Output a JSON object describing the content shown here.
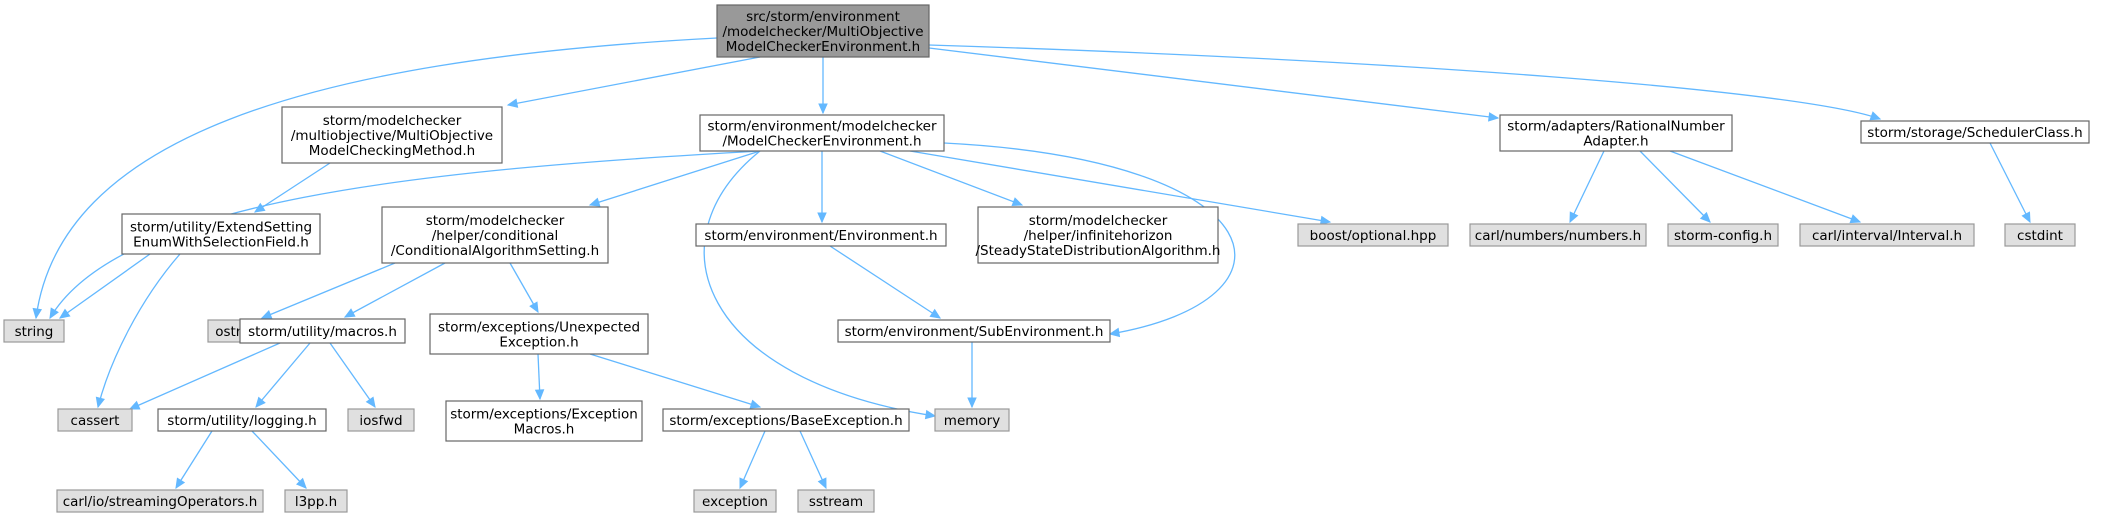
{
  "colors": {
    "root_fill": "#999999",
    "root_border": "#666666",
    "header_fill": "#ffffff",
    "header_border": "#666666",
    "system_fill": "#e0e0e0",
    "system_border": "#999999",
    "edge": "#63b8ff"
  },
  "nodes": [
    {
      "id": "root",
      "kind": "root",
      "lines": [
        "src/storm/environment",
        "/modelchecker/MultiObjective",
        "ModelCheckerEnvironment.h"
      ]
    },
    {
      "id": "mo_method",
      "kind": "header",
      "lines": [
        "storm/modelchecker",
        "/multiobjective/MultiObjective",
        "ModelCheckingMethod.h"
      ]
    },
    {
      "id": "mc_env",
      "kind": "header",
      "lines": [
        "storm/environment/modelchecker",
        "/ModelCheckerEnvironment.h"
      ]
    },
    {
      "id": "rational",
      "kind": "header",
      "lines": [
        "storm/adapters/RationalNumber",
        "Adapter.h"
      ]
    },
    {
      "id": "scheduler",
      "kind": "header",
      "lines": [
        "storm/storage/SchedulerClass.h"
      ]
    },
    {
      "id": "extend",
      "kind": "header",
      "lines": [
        "storm/utility/ExtendSetting",
        "EnumWithSelectionField.h"
      ]
    },
    {
      "id": "cond_alg",
      "kind": "header",
      "lines": [
        "storm/modelchecker",
        "/helper/conditional",
        "/ConditionalAlgorithmSetting.h"
      ]
    },
    {
      "id": "env",
      "kind": "header",
      "lines": [
        "storm/environment/Environment.h"
      ]
    },
    {
      "id": "steady",
      "kind": "header",
      "lines": [
        "storm/modelchecker",
        "/helper/infinitehorizon",
        "/SteadyStateDistributionAlgorithm.h"
      ]
    },
    {
      "id": "boost_opt",
      "kind": "system",
      "lines": [
        "boost/optional.hpp"
      ]
    },
    {
      "id": "carl_numbers",
      "kind": "system",
      "lines": [
        "carl/numbers/numbers.h"
      ]
    },
    {
      "id": "storm_config",
      "kind": "system",
      "lines": [
        "storm-config.h"
      ]
    },
    {
      "id": "carl_interval",
      "kind": "system",
      "lines": [
        "carl/interval/Interval.h"
      ]
    },
    {
      "id": "cstdint",
      "kind": "system",
      "lines": [
        "cstdint"
      ]
    },
    {
      "id": "string",
      "kind": "system",
      "lines": [
        "string"
      ]
    },
    {
      "id": "ostream",
      "kind": "system",
      "lines": [
        "ostream"
      ]
    },
    {
      "id": "macros",
      "kind": "header",
      "lines": [
        "storm/utility/macros.h"
      ]
    },
    {
      "id": "unexpected",
      "kind": "header",
      "lines": [
        "storm/exceptions/Unexpected",
        "Exception.h"
      ]
    },
    {
      "id": "subenv",
      "kind": "header",
      "lines": [
        "storm/environment/SubEnvironment.h"
      ]
    },
    {
      "id": "cassert",
      "kind": "system",
      "lines": [
        "cassert"
      ]
    },
    {
      "id": "logging",
      "kind": "header",
      "lines": [
        "storm/utility/logging.h"
      ]
    },
    {
      "id": "iosfwd",
      "kind": "system",
      "lines": [
        "iosfwd"
      ]
    },
    {
      "id": "exc_macros",
      "kind": "header",
      "lines": [
        "storm/exceptions/Exception",
        "Macros.h"
      ]
    },
    {
      "id": "base_exc",
      "kind": "header",
      "lines": [
        "storm/exceptions/BaseException.h"
      ]
    },
    {
      "id": "memory",
      "kind": "system",
      "lines": [
        "memory"
      ]
    },
    {
      "id": "carl_io",
      "kind": "system",
      "lines": [
        "carl/io/streamingOperators.h"
      ]
    },
    {
      "id": "l3pp",
      "kind": "system",
      "lines": [
        "l3pp.h"
      ]
    },
    {
      "id": "exception",
      "kind": "system",
      "lines": [
        "exception"
      ]
    },
    {
      "id": "sstream",
      "kind": "system",
      "lines": [
        "sstream"
      ]
    }
  ],
  "edges": [
    {
      "from": "root",
      "to": "string"
    },
    {
      "from": "root",
      "to": "mo_method"
    },
    {
      "from": "root",
      "to": "mc_env"
    },
    {
      "from": "root",
      "to": "rational"
    },
    {
      "from": "root",
      "to": "scheduler"
    },
    {
      "from": "mo_method",
      "to": "extend"
    },
    {
      "from": "extend",
      "to": "string"
    },
    {
      "from": "extend",
      "to": "cassert"
    },
    {
      "from": "mc_env",
      "to": "string"
    },
    {
      "from": "mc_env",
      "to": "cond_alg"
    },
    {
      "from": "mc_env",
      "to": "env"
    },
    {
      "from": "mc_env",
      "to": "steady"
    },
    {
      "from": "mc_env",
      "to": "boost_opt"
    },
    {
      "from": "mc_env",
      "to": "subenv"
    },
    {
      "from": "mc_env",
      "to": "memory"
    },
    {
      "from": "rational",
      "to": "carl_numbers"
    },
    {
      "from": "rational",
      "to": "storm_config"
    },
    {
      "from": "rational",
      "to": "carl_interval"
    },
    {
      "from": "scheduler",
      "to": "cstdint"
    },
    {
      "from": "cond_alg",
      "to": "ostream"
    },
    {
      "from": "cond_alg",
      "to": "macros"
    },
    {
      "from": "cond_alg",
      "to": "unexpected"
    },
    {
      "from": "env",
      "to": "subenv"
    },
    {
      "from": "subenv",
      "to": "memory"
    },
    {
      "from": "macros",
      "to": "cassert"
    },
    {
      "from": "macros",
      "to": "logging"
    },
    {
      "from": "macros",
      "to": "iosfwd"
    },
    {
      "from": "unexpected",
      "to": "exc_macros"
    },
    {
      "from": "unexpected",
      "to": "base_exc"
    },
    {
      "from": "logging",
      "to": "carl_io"
    },
    {
      "from": "logging",
      "to": "l3pp"
    },
    {
      "from": "base_exc",
      "to": "exception"
    },
    {
      "from": "base_exc",
      "to": "sstream"
    }
  ]
}
